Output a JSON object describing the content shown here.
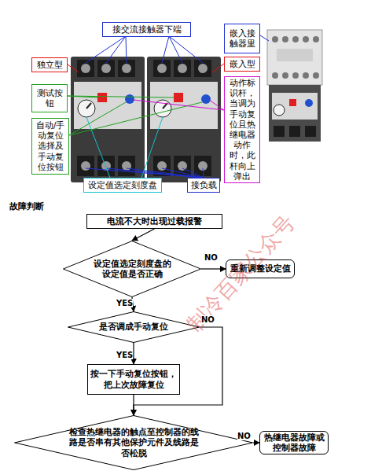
{
  "diagram": {
    "nodes": [
      {
        "text": [
          "接交流接触器下端"
        ]
      },
      {
        "text": [
          "嵌入接触器里"
        ]
      },
      {
        "text": [
          "独立型"
        ]
      },
      {
        "text": [
          "嵌入型"
        ]
      },
      {
        "text": [
          "测试按钮"
        ]
      },
      {
        "text": [
          "动作标识杆，当调为手动复位且热继电器动作时，此杆向上弹出"
        ]
      },
      {
        "text": [
          "自动/手动复位选择及手动复位按钮"
        ]
      },
      {
        "text": [
          "设定值选定刻度盘"
        ]
      },
      {
        "text": [
          "接负载"
        ]
      },
      {
        "text": [
          "电流不大时出现过载报警"
        ]
      },
      {
        "text": [
          "设定值选定刻度盘的设定值是否正确"
        ]
      },
      {
        "text": [
          "重新调整设定值"
        ]
      },
      {
        "text": [
          "是否调成手动复位"
        ]
      },
      {
        "text": [
          "按一下手动复位按钮，把上次故障复位"
        ]
      },
      {
        "text": [
          "检查热继电器的触点至控制器的线路是否串有其他保护元件及线路是否松脱"
        ]
      },
      {
        "text": [
          "热继电器故障或控制器故障"
        ]
      }
    ],
    "edges": [
      {
        "from": 9,
        "to": 10,
        "arrow": "to"
      },
      {
        "from": 10,
        "to": 11,
        "label": "NO",
        "arrow": "to"
      },
      {
        "from": 10,
        "to": 12,
        "label": "YES",
        "arrow": "to"
      },
      {
        "from": 12,
        "to": 13,
        "label": "YES",
        "arrow": "to"
      },
      {
        "from": 12,
        "to": 14,
        "label": "NO",
        "arrow": "to"
      },
      {
        "from": 13,
        "to": 14,
        "arrow": "to"
      },
      {
        "from": 14,
        "to": 15,
        "label": "NO",
        "arrow": "to"
      }
    ],
    "labels": [
      "故障判断",
      "制冷百家公众号"
    ]
  }
}
